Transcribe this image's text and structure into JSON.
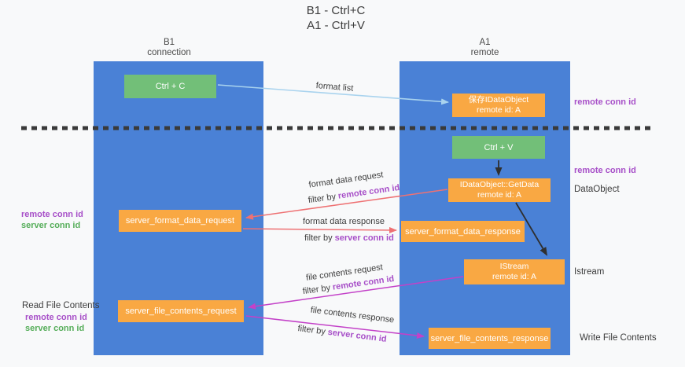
{
  "title": {
    "line1": "B1 - Ctrl+C",
    "line2": "A1 - Ctrl+V"
  },
  "columns": {
    "left": {
      "name": "B1",
      "role": "connection"
    },
    "right": {
      "name": "A1",
      "role": "remote"
    }
  },
  "boxes": {
    "ctrl_c": "Ctrl + C",
    "save_idataobject": {
      "line1": "保存IDataObject",
      "line2": "remote id: A"
    },
    "ctrl_v": "Ctrl + V",
    "getdata": {
      "line1": "IDataObject::GetData",
      "line2": "remote id: A"
    },
    "format_request": "server_format_data_request",
    "format_response": "server_format_data_response",
    "istream": {
      "line1": "IStream",
      "line2": "remote id: A"
    },
    "file_request": "server_file_contents_request",
    "file_response": "server_file_contents_response"
  },
  "flow_labels": {
    "format_list": "format list",
    "format_request": {
      "text": "format data request",
      "filter_prefix": "filter by",
      "filter_key": "remote conn id"
    },
    "format_response": {
      "text": "format data response",
      "filter_prefix": "filter by",
      "filter_key": "server conn id"
    },
    "file_request": {
      "text": "file contents request",
      "filter_prefix": "filter by",
      "filter_key": "remote conn id"
    },
    "file_response": {
      "text": "file contents response",
      "filter_prefix": "filter by",
      "filter_key": "server conn id"
    }
  },
  "side_labels": {
    "remote_conn_top": "remote conn id",
    "remote_conn_mid": "remote conn id",
    "dataobject": "DataObject",
    "istream": "Istream",
    "write_file": "Write File Contents",
    "read_file": "Read File Contents",
    "left_mid": {
      "remote": "remote conn id",
      "server": "server conn id"
    },
    "left_bottom": {
      "remote": "remote conn id",
      "server": "server conn id"
    }
  },
  "colors": {
    "column_blue": "#4a81d6",
    "box_orange": "#f9a843",
    "box_green": "#72bf78",
    "arrow_red": "#ee7173",
    "arrow_magenta": "#c341c8",
    "arrow_blue": "#a9d3ee",
    "arrow_black": "#2f2f2f",
    "text_purple": "#a74fc8",
    "text_green": "#55ad59",
    "background": "#f8f9fa"
  }
}
